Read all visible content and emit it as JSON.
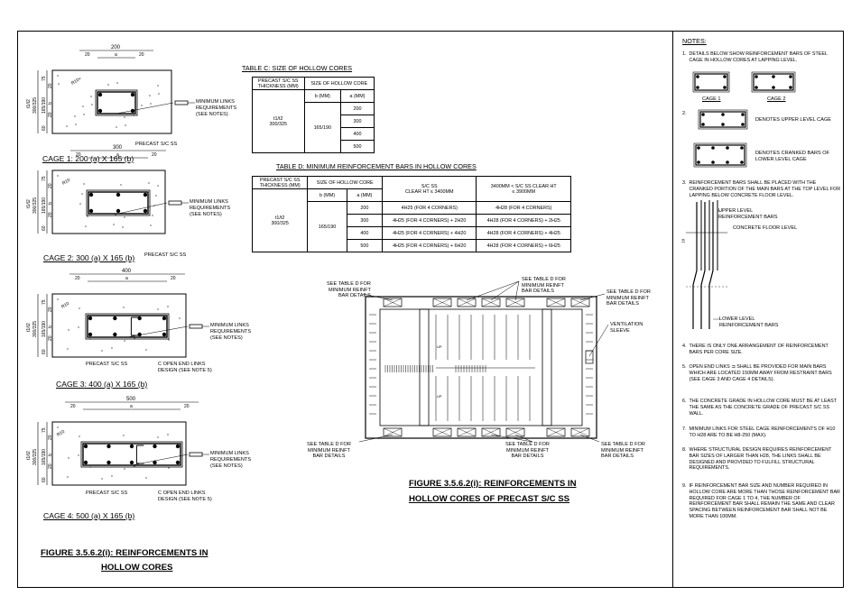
{
  "cages": [
    {
      "label": "CAGE 1: 200 (a) X 165 (b)",
      "width": "200",
      "dim_a": "a",
      "dim_b": "b",
      "side_dims": [
        "75",
        "20",
        "165/190",
        "60",
        "20",
        "300/325",
        "t1/t2"
      ],
      "links_note": [
        "MINIMUM LINKS",
        "REQUIREMENTS",
        "(SEE NOTES)"
      ],
      "precast": "PRECAST S/C SS",
      "edge": "20",
      "r10": "R10+"
    },
    {
      "label": "CAGE 2: 300 (a) X 165 (b)",
      "width": "300",
      "dim_a": "a",
      "dim_b": "b",
      "side_dims": [
        "75",
        "20",
        "165/190",
        "60",
        "20",
        "300/325",
        "t1/t2"
      ],
      "links_note": [
        "MINIMUM LINKS",
        "REQUIREMENTS",
        "(SEE NOTES)"
      ],
      "precast": "PRECAST S/C SS",
      "edge": "20",
      "r10": "R10"
    },
    {
      "label": "CAGE 3: 400 (a) X 165 (b)",
      "width": "400",
      "dim_a": "a",
      "dim_b": "b",
      "side_dims": [
        "75",
        "20",
        "165/190",
        "60",
        "20",
        "300/325",
        "t1/t2"
      ],
      "links_note": [
        "MINIMUM LINKS",
        "REQUIREMENTS",
        "(SEE NOTES)"
      ],
      "precast": "PRECAST S/C SS",
      "open_end": [
        "C OPEN END LINKS",
        "DESIGN (SEE NOTE 5)"
      ],
      "edge": "20",
      "r10": "R10"
    },
    {
      "label": "CAGE 4: 500 (a) X 165 (b)",
      "width": "500",
      "dim_a": "a",
      "dim_b": "b",
      "side_dims": [
        "75",
        "20",
        "165/190",
        "60",
        "20",
        "300/325",
        "t1/t2"
      ],
      "links_note": [
        "MINIMUM LINKS",
        "REQUIREMENTS",
        "(SEE NOTES)"
      ],
      "precast": "PRECAST S/C SS",
      "open_end": [
        "C OPEN END LINKS",
        "DESIGN (SEE NOTE 5)"
      ],
      "edge": "20",
      "r10": "R10"
    }
  ],
  "figure_left": [
    "FIGURE 3.5.6.2(i): REINFORCEMENTS IN",
    "HOLLOW CORES"
  ],
  "table_c": {
    "title": "TABLE C: SIZE OF HOLLOW CORES",
    "h1": "PRECAST S/C SS",
    "h1b": "THICKNESS (MM)",
    "h2": "SIZE OF HOLLOW CORE",
    "hb": "b (MM)",
    "ha": "a (MM)",
    "thk": [
      "t1/t2",
      "300/325"
    ],
    "b": "165/190",
    "a_values": [
      "200",
      "300",
      "400",
      "500"
    ]
  },
  "table_d": {
    "title": "TABLE D: MINIMUM REINFORCEMENT BARS IN HOLLOW CORES",
    "h1": "PRECAST S/C SS",
    "h1b": "THICKNESS (MM)",
    "h2": "SIZE OF HOLLOW CORE",
    "hb": "b (MM)",
    "ha": "a (MM)",
    "h3": "S/C SS",
    "h3b": "CLEAR HT ≤ 3400MM",
    "h4": "3400MM < S/C SS CLEAR HT",
    "h4b": "≤ 3900MM",
    "thk": [
      "t1/t2",
      "300/325"
    ],
    "b": "165/190",
    "rows": [
      {
        "a": "200",
        "c1": "4H25 (FOR 4 CORNERS)",
        "c2": "4H28 (FOR 4 CORNERS)"
      },
      {
        "a": "300",
        "c1": "4H25 (FOR 4 CORNERS) + 2H20",
        "c2": "4H28 (FOR 4 CORNERS) + 2H25"
      },
      {
        "a": "400",
        "c1": "4H25 (FOR 4 CORNERS) + 4H20",
        "c2": "4H28 (FOR 4 CORNERS) + 4H25"
      },
      {
        "a": "500",
        "c1": "4H25 (FOR 4 CORNERS) + 6H20",
        "c2": "4H28 (FOR 4 CORNERS) + 6H25"
      }
    ]
  },
  "plan": {
    "callout_tl": [
      "SEE TABLE D FOR",
      "MINIMUM REINFT",
      "BAR DETAILS"
    ],
    "callout_tc": [
      "SEE TABLE D FOR",
      "MINIMUM REINFT",
      "BAR DETAILS"
    ],
    "callout_tr": [
      "SEE TABLE D FOR",
      "MINIMUM REINFT",
      "BAR DETAILS"
    ],
    "vent": [
      "VENTILATION",
      "SLEEVE"
    ],
    "callout_bl": [
      "SEE TABLE D FOR",
      "MINIMUM REINFT",
      "BAR DETAILS"
    ],
    "callout_bc": [
      "SEE TABLE D FOR",
      "MINIMUM REINFT",
      "BAR DETAILS"
    ],
    "callout_br": [
      "SEE TABLE D FOR",
      "MINIMUM REINFT",
      "BAR DETAILS"
    ],
    "up1": "UP",
    "up2": "UP"
  },
  "figure_right": [
    "FIGURE 3.5.6.2(i): REINFORCEMENTS IN",
    "HOLLOW CORES OF PRECAST S/C SS"
  ],
  "notes": {
    "title": "NOTES:",
    "n1": [
      "1.",
      "DETAILS BELOW SHOW REINFORCEMENT BARS OF STEEL CAGE IN HOLLOW CORES AT LAPPING LEVEL."
    ],
    "cage1": "CAGE 1",
    "cage2": "CAGE 2",
    "n2": "2.",
    "upper": "DENOTES UPPER LEVEL CAGE",
    "cranked": [
      "DENOTES CRANKED BARS OF",
      "LOWER LEVEL CAGE"
    ],
    "n3": [
      "3.",
      "REINFORCEMENT BARS SHALL BE PLACED WITH THE CRANKED PORTION OF THE MAIN BARS AT THE TOP LEVEL FOR LAPPING BELOW CONCRETE FLOOR LEVEL."
    ],
    "upper_bars": [
      "UPPER LEVEL",
      "REINFORCEMENT BARS"
    ],
    "floor": "CONCRETE FLOOR LEVEL",
    "lower_bars": [
      "LOWER LEVEL",
      "REINFORCEMENT BARS"
    ],
    "dim10": "10",
    "n4": [
      "4.",
      "THERE IS ONLY ONE ARRANGEMENT OF REINFORCEMENT BARS PER CORE SIZE."
    ],
    "n5": [
      "5.",
      "OPEN END LINKS ⊐ SHALL BE PROVIDED FOR MAIN BARS WHICH ARE LOCATED 150MM AWAY FROM RESTRAINT BARS (SEE CAGE 3 AND CAGE 4 DETAILS)."
    ],
    "n6": [
      "6.",
      "THE CONCRETE GRADE IN HOLLOW CORE MUST BE AT LEAST THE SAME AS THE CONCRETE GRADE OF PRECAST S/C SS WALL."
    ],
    "n7": [
      "7.",
      "MINIMUM LINKS FOR STEEL CAGE REINFORCEMENTS OF H10 TO H28 ARE TO BE H8-250 (MAX)."
    ],
    "n8": [
      "8.",
      "WHERE STRUCTURAL DESIGN REQUIRES REINFORCEMENT BAR SIZES OF LARGER THAN H28, THE LINKS SHALL BE DESIGNED AND PROVIDED TO FULFILL STRUCTURAL REQUIREMENTS."
    ],
    "n9": [
      "9.",
      "IF REINFORCEMENT BAR SIZE AND NUMBER REQUIRED IN HOLLOW CORE ARE MORE THAN THOSE REINFORCEMENT BAR REQUIRED FOR CAGE 1 TO 4, THE NUMBER OF REINFORCEMENT BAR SHALL REMAIN THE SAME AND CLEAR SPACING BETWEEN REINFORCEMENT BAR SHALL NOT BE MORE THAN 100MM."
    ]
  }
}
